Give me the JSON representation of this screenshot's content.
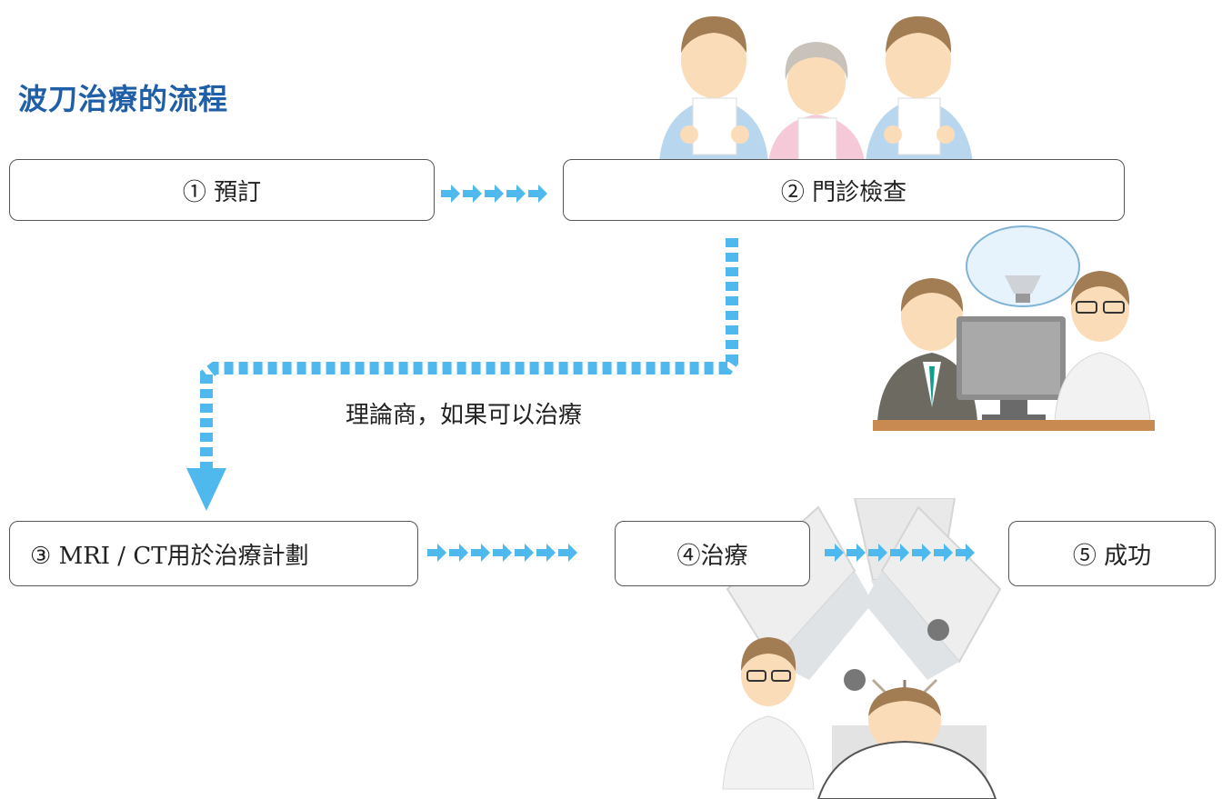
{
  "title": "波刀治療的流程",
  "steps": [
    {
      "label": "① 預訂"
    },
    {
      "label": "② 門診檢查"
    },
    {
      "label": "③ MRI / CT用於治療計劃"
    },
    {
      "label": "④治療"
    },
    {
      "label": "⑤ 成功"
    }
  ],
  "branch_note": "理論商，如果可以治療",
  "colors": {
    "title": "#1f5fa8",
    "arrow": "#4fb8ec",
    "box_border": "#555555"
  },
  "illustrations": [
    "patients-holding-papers",
    "doctors-at-monitor",
    "treatment-machine-with-patient"
  ]
}
